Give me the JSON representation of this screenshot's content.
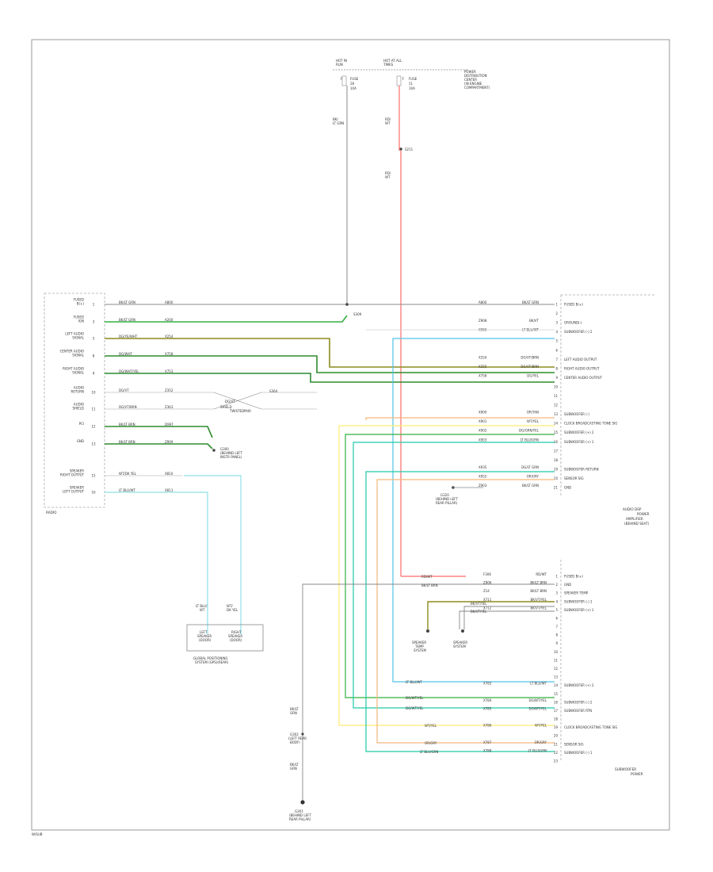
{
  "colors": {
    "frame": "#999999",
    "wire_black": "#888888",
    "wire_red": "#ff6a6a",
    "wire_green": "#33b041",
    "wire_dkgreen": "#2e8b2e",
    "wire_olive": "#8c8c1e",
    "wire_ltgreen": "#9bd16a",
    "wire_cyan": "#8fe0e8",
    "wire_teal": "#1fc9a8",
    "wire_blue": "#4fc3e6",
    "wire_yellow": "#ffeb70",
    "wire_orange": "#f5b87a",
    "wire_lightgray": "#d0d0d0",
    "ground": "#555555"
  },
  "top": {
    "fuse1": [
      "HOT IN",
      "RUN",
      "F",
      "FUSE",
      "28",
      "10A"
    ],
    "fuse2": [
      "HOT AT ALL",
      "TIMES",
      "F",
      "FUSE",
      "11",
      "10A"
    ],
    "pdc": [
      "POWER",
      "DISTRIBUTION",
      "CENTER",
      "(IN ENGINE",
      "COMPARTMENT)"
    ],
    "wire1": [
      "BK/",
      "LT GRN"
    ],
    "wire2": [
      "RD/",
      "WT"
    ],
    "splice": "S211",
    "wire2b": [
      "RD/",
      "WT"
    ]
  },
  "left_module": {
    "pins": [
      {
        "label": [
          "FUSED",
          "B(+)"
        ],
        "num": "1",
        "wire": "BK/LT GRN",
        "code": "A800"
      },
      {
        "label": [
          "FUSED",
          "IGN"
        ],
        "num": "3",
        "wire": "BK/LT GRN",
        "code": "A200"
      },
      {
        "label": [
          "LEFT AUDIO",
          "SIGNAL"
        ],
        "num": "5",
        "wire": "DG/YE/WHT",
        "code": "X254"
      },
      {
        "label": [
          "CENTER AUDIO",
          "SIGNAL"
        ],
        "num": "8",
        "wire": "DG/WHT",
        "code": "X758"
      },
      {
        "label": [
          "RIGHT AUDIO",
          "SIGNAL"
        ],
        "num": "9",
        "wire": "DG/WHT/YEL",
        "code": "X753"
      },
      {
        "label": [
          "AUDIO",
          "RETURN"
        ],
        "num": "10",
        "wire": "DG/VT",
        "code": "Z352"
      },
      {
        "label": [
          "AUDIO",
          "SHIELD"
        ],
        "num": "11",
        "wire": "DG/VT/BRN",
        "code": "Z363"
      },
      {
        "label": [
          "PCI"
        ],
        "num": "12",
        "wire": "BK/LT BRN",
        "code": "D997"
      },
      {
        "label": [
          "GND"
        ],
        "num": "13",
        "wire": "BK/LT BRN",
        "code": "Z909"
      },
      {
        "label": [
          "SPEAKER",
          "RIGHT OUTPUT"
        ],
        "num": "15",
        "wire": "WT/DK YEL",
        "code": "X810"
      },
      {
        "label": [
          "SPEAKER",
          "LEFT OUTPUT"
        ],
        "num": "16",
        "wire": "LT BLU/WT",
        "code": "X811"
      }
    ],
    "name": "RADIO",
    "mid_labels": [
      "S309",
      "DG/VT",
      "S364",
      "SHIELD",
      "TWISTED",
      "PAIR"
    ],
    "ground_box": [
      "G300",
      "(BEHIND LEFT",
      "INSTR PANEL)"
    ]
  },
  "speakers": {
    "wires": [
      "LT BLU/",
      "WT",
      "WT/",
      "DK YEL"
    ],
    "left": [
      "LEFT",
      "SPEAKER",
      "(DOOR)"
    ],
    "right": [
      "RIGHT",
      "SPEAKER",
      "(DOOR)"
    ],
    "caption": [
      "GLOBAL POSITIONING",
      "SYSTEM (GPS)(REAR)"
    ]
  },
  "module1": {
    "pins": [
      {
        "code": "A800",
        "wire": "BK/LT GRN",
        "num": "1",
        "label": "FUSED B(+)"
      },
      {
        "code": "",
        "wire": "",
        "num": "2",
        "label": ""
      },
      {
        "code": "Z908",
        "wire": "BK/VT",
        "num": "3",
        "label": "GROUND(-)"
      },
      {
        "code": "X960",
        "wire": "LT BLU/WT",
        "num": "4",
        "label": "SUBWOOFER (-) 2"
      },
      {
        "code": "",
        "wire": "",
        "num": "5",
        "label": ""
      },
      {
        "code": "",
        "wire": "",
        "num": "6",
        "label": ""
      },
      {
        "code": "X254",
        "wire": "DG/VT/BRN",
        "num": "7",
        "label": "LEFT AUDIO OUTPUT"
      },
      {
        "code": "X255",
        "wire": "DG/VT/BRN",
        "num": "8",
        "label": "RIGHT AUDIO OUTPUT"
      },
      {
        "code": "X758",
        "wire": "DG/YEL",
        "num": "9",
        "label": "CENTER AUDIO OUTPUT"
      },
      {
        "code": "",
        "wire": "",
        "num": "10",
        "label": ""
      },
      {
        "code": "",
        "wire": "",
        "num": "11",
        "label": ""
      },
      {
        "code": "",
        "wire": "",
        "num": "12",
        "label": ""
      },
      {
        "code": "X900",
        "wire": "OR/TAN",
        "num": "13",
        "label": "SUBWOOFER (-)"
      },
      {
        "code": "X901",
        "wire": "WT/YEL",
        "num": "14",
        "label": "CLOCK BROADCASTING TONE SIG"
      },
      {
        "code": "X902",
        "wire": "DG/GRN/YEL",
        "num": "15",
        "label": "SUBWOOFER (+) 2"
      },
      {
        "code": "X903",
        "wire": "LT BLU/GRN",
        "num": "16",
        "label": "SUBWOOFER (+) 1"
      },
      {
        "code": "",
        "wire": "",
        "num": "17",
        "label": ""
      },
      {
        "code": "",
        "wire": "",
        "num": "18",
        "label": ""
      },
      {
        "code": "X935",
        "wire": "DG/LT GRN",
        "num": "19",
        "label": "SUBWOOFER RETURN"
      },
      {
        "code": "X952",
        "wire": "OR/GRY",
        "num": "20",
        "label": "SENSOR SIG"
      },
      {
        "code": "Z903",
        "wire": "BK/LT GRN",
        "num": "21",
        "label": "GND"
      }
    ],
    "name": [
      "AUDIO DSP",
      "POWER",
      "AMPLIFIER",
      "(BEHIND SEAT)"
    ],
    "ground": [
      "G320",
      "(BEHIND LEFT",
      "REAR PILLAR)"
    ]
  },
  "module2": {
    "pins": [
      {
        "code": "F306",
        "wire": "RD/WT",
        "num": "1",
        "label": "FUSED B(+)"
      },
      {
        "code": "Z906",
        "wire": "BK/LT BRN",
        "num": "2",
        "label": "GND"
      },
      {
        "code": "Z14",
        "wire": "BK/LT BRN",
        "num": "3",
        "label": "SPEAKER TEMP"
      },
      {
        "code": "X711",
        "wire": "BK/VT/YEL",
        "num": "4",
        "label": "SUBWOOFER (-) 1"
      },
      {
        "code": "X712",
        "wire": "BK/VT/YEL",
        "num": "5",
        "label": "SUBWOOFER (+) 1"
      },
      {
        "code": "",
        "wire": "",
        "num": "6",
        "label": ""
      },
      {
        "code": "",
        "wire": "",
        "num": "7",
        "label": ""
      },
      {
        "code": "",
        "wire": "",
        "num": "8",
        "label": ""
      },
      {
        "code": "",
        "wire": "",
        "num": "9",
        "label": ""
      },
      {
        "code": "",
        "wire": "",
        "num": "10",
        "label": ""
      },
      {
        "code": "",
        "wire": "",
        "num": "11",
        "label": ""
      },
      {
        "code": "",
        "wire": "",
        "num": "12",
        "label": ""
      },
      {
        "code": "",
        "wire": "",
        "num": "13",
        "label": ""
      },
      {
        "code": "X783",
        "wire": "LT BLU/WT",
        "num": "14",
        "label": "SUBWOOFER (+) 2"
      },
      {
        "code": "",
        "wire": "",
        "num": "15",
        "label": ""
      },
      {
        "code": "X784",
        "wire": "DG/WT/YEL",
        "num": "16",
        "label": "SUBWOOFER (-) 2"
      },
      {
        "code": "X785",
        "wire": "DG/WT/YEL",
        "num": "17",
        "label": "SUBWOOFER RTN"
      },
      {
        "code": "",
        "wire": "",
        "num": "18",
        "label": ""
      },
      {
        "code": "X786",
        "wire": "WT/YEL",
        "num": "19",
        "label": "CLOCK BROADCASTING TONE SIG"
      },
      {
        "code": "",
        "wire": "",
        "num": "20",
        "label": ""
      },
      {
        "code": "X787",
        "wire": "OR/GRY",
        "num": "21",
        "label": "SENSOR SIG"
      },
      {
        "code": "X788",
        "wire": "LT BLU/GRN",
        "num": "22",
        "label": "SUBWOOFER (-) 1"
      },
      {
        "code": "",
        "wire": "",
        "num": "23",
        "label": ""
      }
    ],
    "name": [
      "SUBWOOFER",
      "POWER"
    ],
    "rear_ground_label": [
      "BK/LT",
      "GRN",
      "G302",
      "(LEFT REAR",
      "BODY)",
      "BK/LT",
      "GRN"
    ],
    "ground": [
      "G301",
      "(BEHIND LEFT",
      "REAR PILLAR)"
    ],
    "left_mid": [
      "RD/WT",
      "BK/LT BRN"
    ],
    "center_boxes": [
      [
        "SPEAKER",
        "TEMP",
        "SYSTEM"
      ],
      [
        "SPEAKER",
        "SYSTEM"
      ]
    ],
    "center_wires": [
      "BK/VT/YEL",
      "BK/VT/YEL"
    ],
    "left_wires": [
      "LT BLU/WT",
      "DG/WT/YEL",
      "DG/WT/YEL",
      "WT/YEL",
      "OR/GRY",
      "LT BLU/GRN"
    ]
  },
  "footer": "W/SUB"
}
